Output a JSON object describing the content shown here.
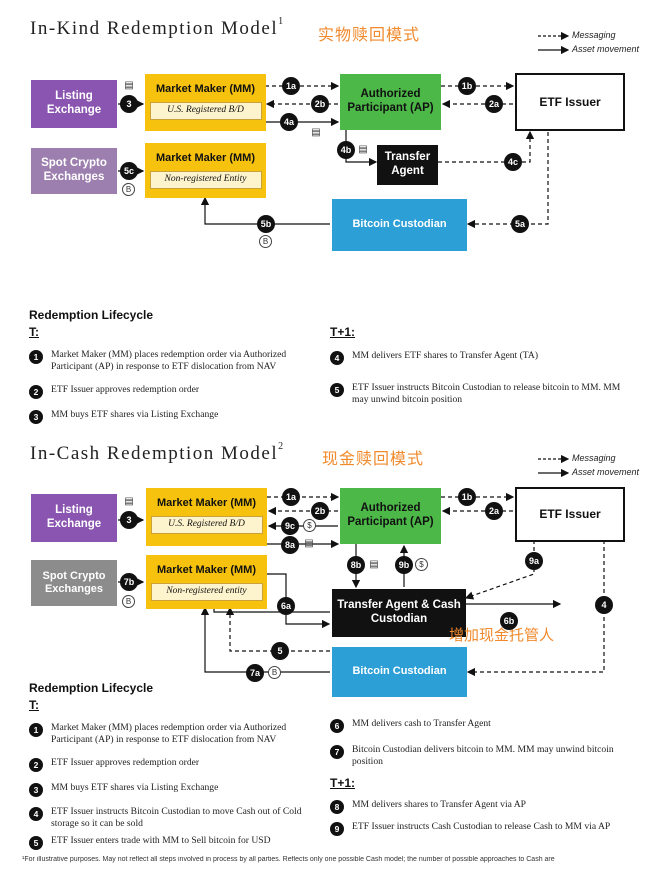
{
  "top": {
    "title": "In-Kind Redemption Model",
    "title_sup": "1",
    "title_cn": "实物赎回模式",
    "legend": {
      "messaging": "Messaging",
      "asset_movement": "Asset movement"
    },
    "boxes": {
      "listing_exchange": "Listing Exchange",
      "spot_crypto": "Spot Crypto Exchanges",
      "mm1_title": "Market Maker (MM)",
      "mm1_sub": "U.S. Registered B/D",
      "mm2_title": "Market Maker (MM)",
      "mm2_sub": "Non-registered Entity",
      "ap": "Authorized Participant (AP)",
      "etf_issuer": "ETF Issuer",
      "transfer_agent": "Transfer Agent",
      "bitcoin_custodian": "Bitcoin Custodian"
    },
    "badges": {
      "b3": "3",
      "b1a": "1a",
      "b2b": "2b",
      "b4a": "4a",
      "b1b": "1b",
      "b2a": "2a",
      "b4b": "4b",
      "b4c": "4c",
      "b5c": "5c",
      "b5b": "5b",
      "b5a": "5a"
    },
    "lifecycle": {
      "title": "Redemption Lifecycle",
      "t_label": "T:",
      "t1_label": "T+1:",
      "steps_t": [
        {
          "num": "1",
          "text": "Market Maker (MM) places redemption order via Authorized Participant (AP) in response to ETF dislocation from NAV"
        },
        {
          "num": "2",
          "text": "ETF Issuer approves redemption order"
        },
        {
          "num": "3",
          "text": "MM buys ETF shares via Listing Exchange"
        }
      ],
      "steps_t1": [
        {
          "num": "4",
          "text": "MM delivers ETF shares to Transfer Agent (TA)"
        },
        {
          "num": "5",
          "text": "ETF Issuer instructs Bitcoin Custodian to release bitcoin to MM. MM may unwind bitcoin position"
        }
      ]
    }
  },
  "bottom": {
    "title": "In-Cash Redemption Model",
    "title_sup": "2",
    "title_cn": "现金赎回模式",
    "legend": {
      "messaging": "Messaging",
      "asset_movement": "Asset movement"
    },
    "boxes": {
      "listing_exchange": "Listing Exchange",
      "spot_crypto": "Spot Crypto Exchanges",
      "mm1_title": "Market Maker (MM)",
      "mm1_sub": "U.S. Registered B/D",
      "mm2_title": "Market Maker (MM)",
      "mm2_sub": "Non-registered entity",
      "ap": "Authorized Participant (AP)",
      "etf_issuer": "ETF Issuer",
      "ta_cash": "Transfer Agent & Cash Custodian",
      "bitcoin_custodian": "Bitcoin Custodian"
    },
    "note_cn": "增加现金托管人",
    "badges": {
      "b3": "3",
      "b1a": "1a",
      "b2b": "2b",
      "b9c": "9c",
      "b8a": "8a",
      "b1b": "1b",
      "b2a": "2a",
      "b8b": "8b",
      "b9b": "9b",
      "b9a": "9a",
      "b7b": "7b",
      "b6a": "6a",
      "b6b": "6b",
      "b4": "4",
      "b5": "5",
      "b7a": "7a"
    },
    "lifecycle": {
      "title": "Redemption Lifecycle",
      "t_label": "T:",
      "t1_label": "T+1:",
      "steps_left": [
        {
          "num": "1",
          "text": "Market Maker (MM) places redemption order via Authorized Participant (AP) in response to ETF dislocation from NAV"
        },
        {
          "num": "2",
          "text": "ETF Issuer approves redemption order"
        },
        {
          "num": "3",
          "text": "MM buys ETF shares via Listing Exchange"
        },
        {
          "num": "4",
          "text": "ETF Issuer instructs Bitcoin Custodian to move Cash out of Cold storage so it can be sold"
        },
        {
          "num": "5",
          "text": "ETF Issuer enters trade with MM to Sell bitcoin for USD"
        }
      ],
      "steps_right_t": [
        {
          "num": "6",
          "text": "MM delivers cash to Transfer Agent"
        },
        {
          "num": "7",
          "text": "Bitcoin Custodian delivers bitcoin to MM. MM may unwind bitcoin position"
        }
      ],
      "steps_right_t1": [
        {
          "num": "8",
          "text": "MM delivers shares to Transfer Agent via AP"
        },
        {
          "num": "9",
          "text": "ETF Issuer instructs Cash Custodian to release Cash to MM via AP"
        }
      ]
    },
    "footnote": "¹For illustrative purposes. May not reflect all steps involved in process by all parties. Reflects only one possible Cash model; the number of possible approaches to Cash are"
  },
  "colors": {
    "exchange_purple": "#8a55b0",
    "crypto_purple": "#9c7fae",
    "market_maker_yellow": "#f6c20e",
    "ap_green": "#4cb848",
    "custodian_blue": "#2c9fd6",
    "cn_accent": "#f08a2c"
  }
}
